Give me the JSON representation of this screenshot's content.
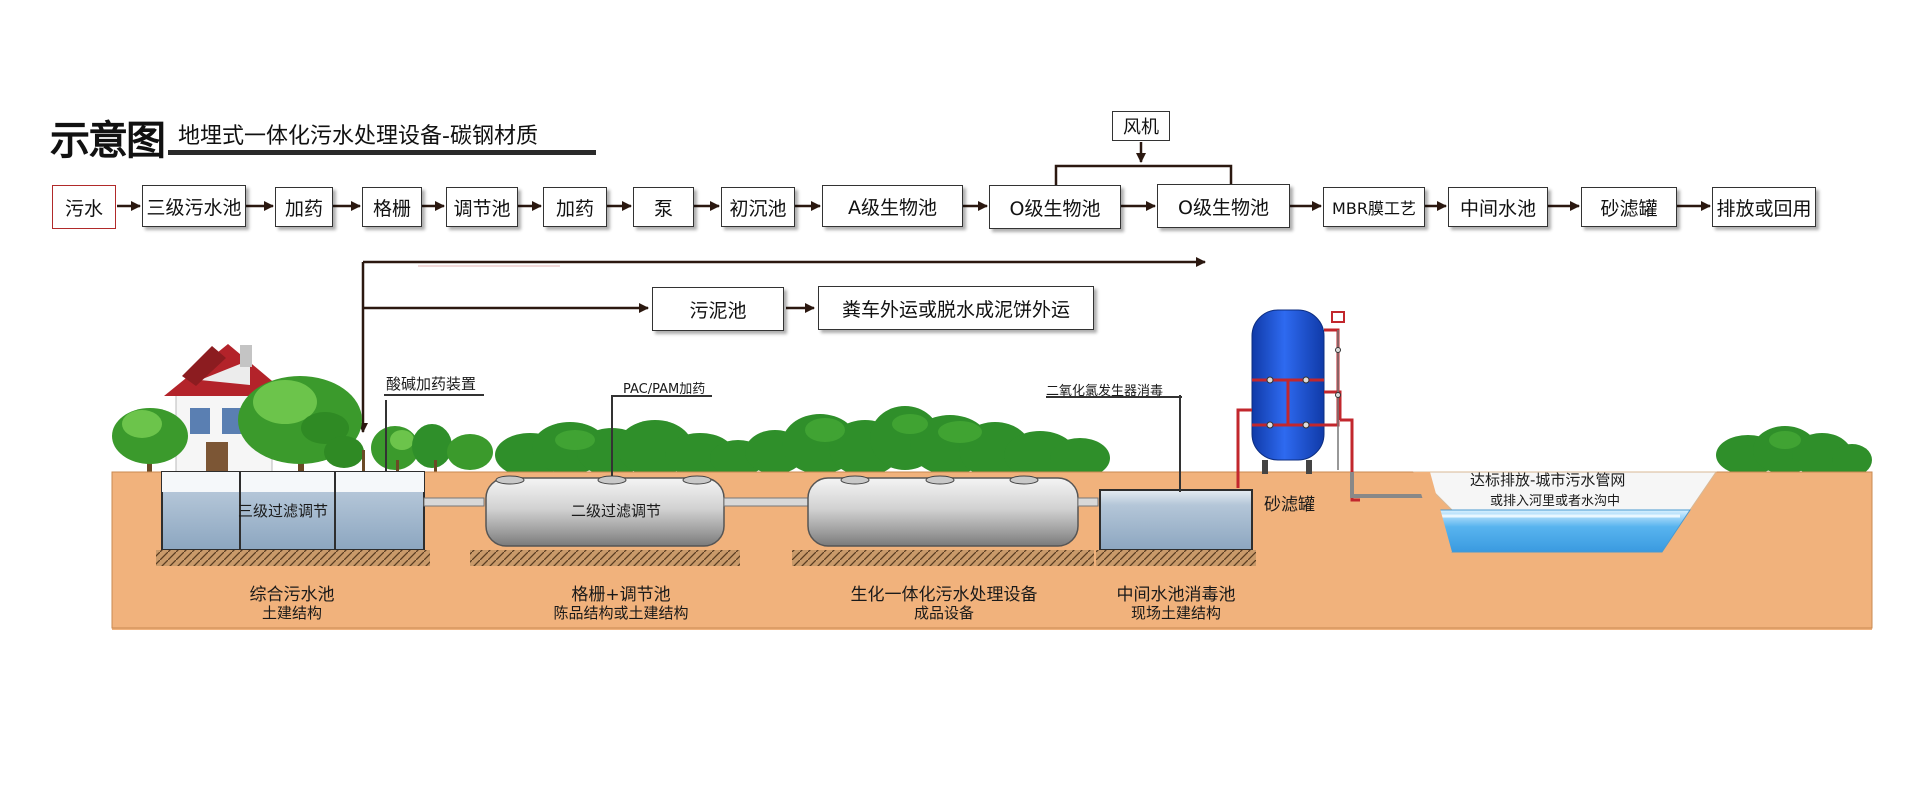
{
  "header": {
    "title_main": "示意图",
    "title_sub": "地埋式一体化污水处理设备-碳钢材质"
  },
  "fan": {
    "label": "风机"
  },
  "flow": {
    "sewage": "污水",
    "septic_tank": "三级污水池",
    "dosing_1": "加药",
    "screen": "格栅",
    "equalization_tank": "调节池",
    "dosing_2": "加药",
    "pump": "泵",
    "primary_settling": "初沉池",
    "a_tank": "A级生物池",
    "o_tank_1": "O级生物池",
    "o_tank_2": "O级生物池",
    "mbr": "MBR膜工艺",
    "intermediate_tank": "中间水池",
    "sand_filter": "砂滤罐",
    "discharge": "排放或回用"
  },
  "sludge": {
    "tank": "污泥池",
    "disposal": "粪车外运或脱水成泥饼外运"
  },
  "scene": {
    "acid_base_dosing": "酸碱加药装置",
    "pac_pam_dosing": "PAC/PAM加药",
    "chlorine_dioxide": "二氧化氯发生器消毒",
    "tank1_inner": "三级过滤调节",
    "tank2_inner": "二级过滤调节",
    "sand_filter_label": "砂滤罐",
    "outfall_title": "达标排放-城市污水管网",
    "outfall_sub": "或排入河里或者水沟中",
    "unit1_title": "综合污水池",
    "unit1_sub": "土建结构",
    "unit2_title": "格栅+调节池",
    "unit2_sub": "陈品结构或土建结构",
    "unit3_title": "生化一体化污水处理设备",
    "unit3_sub": "成品设备",
    "unit4_title": "中间水池消毒池",
    "unit4_sub": "现场土建结构"
  },
  "colors": {
    "soil": "#f1b27c",
    "soil_edge": "#c98a52",
    "water": "#b4c6d8",
    "river_water": "#58b4ef",
    "tree_green": "#3b9a2c",
    "bush_green": "#2f8f2a",
    "filter_tank_blue": "#1f5bd6",
    "pipe_red": "#c2272d",
    "arrow": "#2b1810",
    "sewage_box_border": "#b12a2a"
  }
}
